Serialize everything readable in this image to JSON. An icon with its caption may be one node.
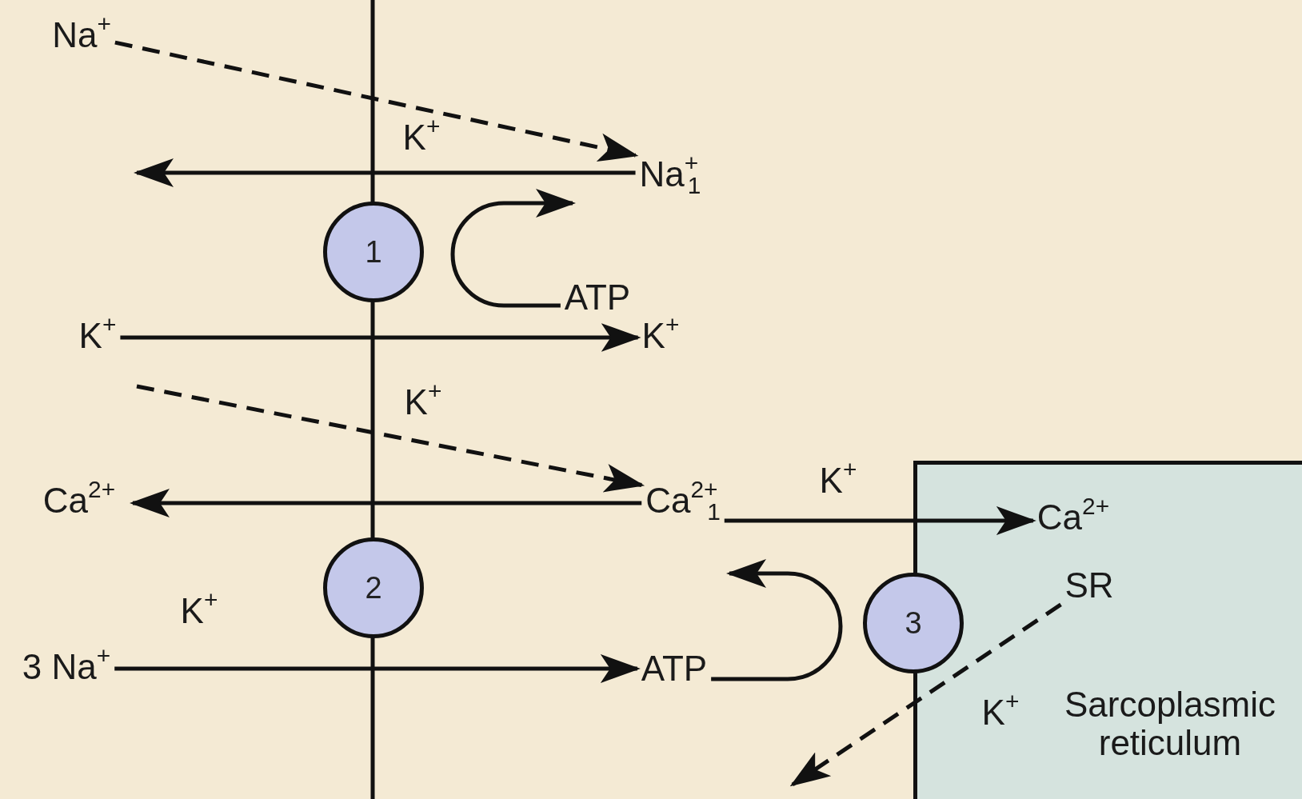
{
  "diagram": {
    "nodes": [
      {
        "text": [
          "Na$^{+}$"
        ]
      },
      {
        "text": [
          "Na$^{+}$$_{1}$"
        ]
      },
      {
        "text": [
          "1"
        ]
      },
      {
        "text": [
          "ATP"
        ]
      },
      {
        "text": [
          "K$^{+}$"
        ]
      },
      {
        "text": [
          "K$^{+}$"
        ]
      },
      {
        "text": [
          "Ca$^{2+}$"
        ]
      },
      {
        "text": [
          "Ca$^{2+}$$_{1}$"
        ]
      },
      {
        "text": [
          "Sarcoplasmic reticulum"
        ]
      },
      {
        "text": [
          "Ca$^{2+}$"
        ],
        "in": 8
      },
      {
        "text": [
          "2"
        ]
      },
      {
        "text": [
          "SR"
        ],
        "in": 8
      },
      {
        "text": [
          "3"
        ]
      },
      {
        "text": [
          "3 Na$^{+}$"
        ]
      },
      {
        "text": [
          "ATP"
        ]
      }
    ],
    "edges": [
      {
        "from": 0,
        "to": 1,
        "arrow": "to",
        "style": "dashed"
      },
      {
        "from": 1,
        "to": null,
        "arrow": "to"
      },
      {
        "from": 3,
        "to": null,
        "arrow": "to"
      },
      {
        "from": 4,
        "to": 5,
        "arrow": "to"
      },
      {
        "from": null,
        "to": 7,
        "arrow": "to",
        "style": "dashed"
      },
      {
        "from": 7,
        "to": 6,
        "arrow": "to"
      },
      {
        "from": 7,
        "to": 9,
        "arrow": "to"
      },
      {
        "from": 13,
        "to": 14,
        "arrow": "to"
      },
      {
        "from": 14,
        "to": null,
        "arrow": "to"
      },
      {
        "from": 11,
        "to": null,
        "arrow": "to",
        "style": "dashed"
      }
    ],
    "labels": [
      "K$^{+}$",
      "K$^{+}$",
      "K$^{+}$",
      "K$^{+}$",
      "K$^{+}$"
    ]
  }
}
